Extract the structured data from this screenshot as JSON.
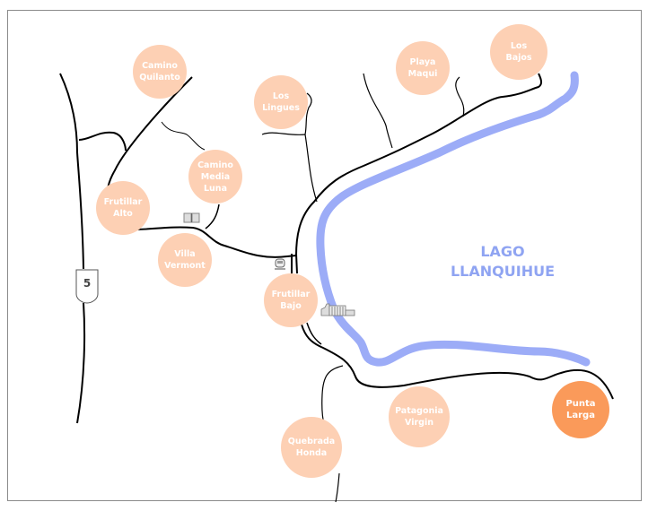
{
  "map": {
    "lake": {
      "label_line1": "LAGO",
      "label_line2": "LLANQUIHUE",
      "color": "#9cacf7"
    },
    "highway": {
      "number": "5"
    },
    "colors": {
      "place": "#fdd0b4",
      "place_highlight": "#fa9a5a",
      "road": "#000000",
      "frame": "#8c8c8c"
    },
    "places": [
      {
        "id": "camino-quilanto",
        "label": "Camino\nQuilanto",
        "highlight": false
      },
      {
        "id": "los-lingues",
        "label": "Los\nLingues",
        "highlight": false
      },
      {
        "id": "playa-maqui",
        "label": "Playa\nMaqui",
        "highlight": false
      },
      {
        "id": "los-bajos",
        "label": "Los\nBajos",
        "highlight": false
      },
      {
        "id": "camino-media-luna",
        "label": "Camino\nMedia\nLuna",
        "highlight": false
      },
      {
        "id": "frutillar-alto",
        "label": "Frutillar\nAlto",
        "highlight": false
      },
      {
        "id": "villa-vermont",
        "label": "Villa\nVermont",
        "highlight": false
      },
      {
        "id": "frutillar-bajo",
        "label": "Frutillar\nBajo",
        "highlight": false
      },
      {
        "id": "patagonia-virgin",
        "label": "Patagonia\nVirgin",
        "highlight": false
      },
      {
        "id": "quebrada-honda",
        "label": "Quebrada\nHonda",
        "highlight": false
      },
      {
        "id": "punta-larga",
        "label": "Punta\nLarga",
        "highlight": true
      }
    ],
    "pois": [
      {
        "id": "library",
        "icon": "book-icon"
      },
      {
        "id": "station",
        "icon": "train-icon"
      },
      {
        "id": "theater",
        "icon": "building-icon"
      }
    ]
  }
}
